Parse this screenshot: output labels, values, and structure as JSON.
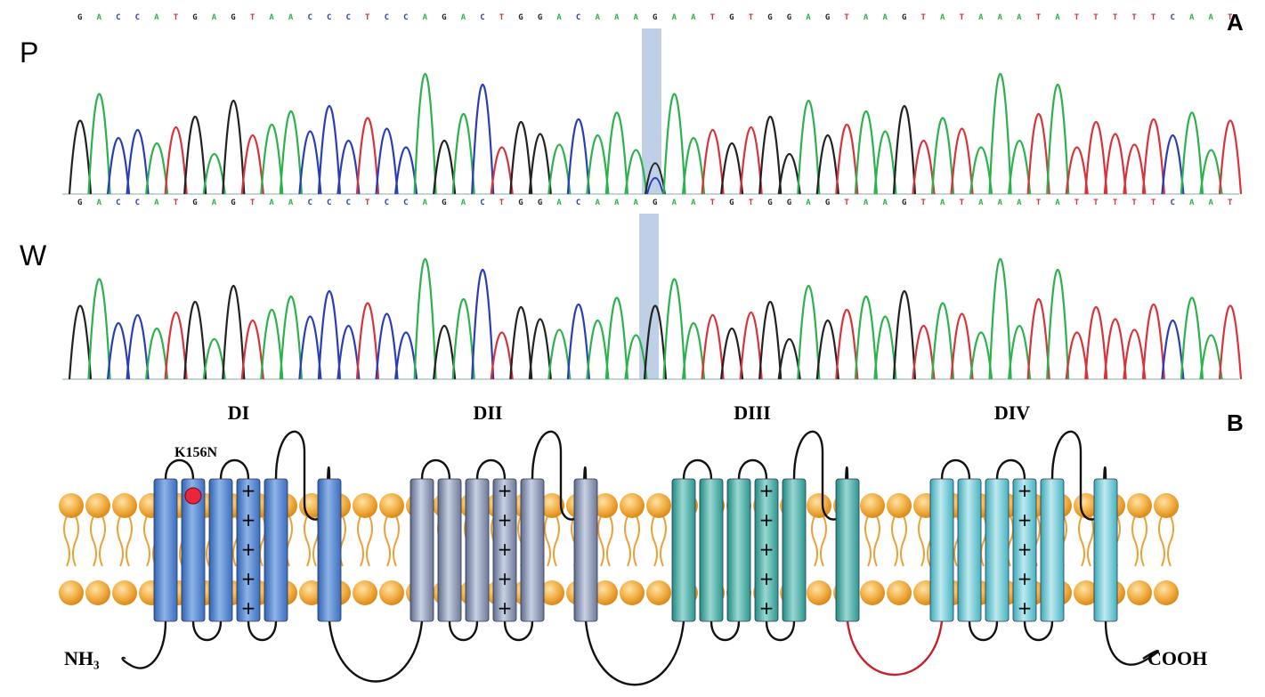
{
  "sequence": "GACCATGAGTAACCCTCCAGACTGGACAAAGAATGTGGAGTAAGTATAAATATTTTTCAAT",
  "mutation_index": 30,
  "base_colors": {
    "A": "#2bb24c",
    "T": "#d9323a",
    "G": "#222222",
    "C": "#2a3db8"
  },
  "panel_a": {
    "letter": "A",
    "tracks": [
      {
        "label": "P"
      },
      {
        "label": "W"
      }
    ]
  },
  "panel_b": {
    "letter": "B",
    "domains": [
      {
        "label": "DI",
        "color": "#5b8bd0"
      },
      {
        "label": "DII",
        "color": "#8e9ab8"
      },
      {
        "label": "DIII",
        "color": "#43ada6"
      },
      {
        "label": "DIV",
        "color": "#5dc4d2"
      }
    ],
    "mutation_label": "K156N",
    "n_terminus": "NH₃",
    "c_terminus": "COOH",
    "membrane_color": "#f0a830",
    "mutation_color": "#e8283a",
    "highlight_loop_color": "#c8202a"
  }
}
